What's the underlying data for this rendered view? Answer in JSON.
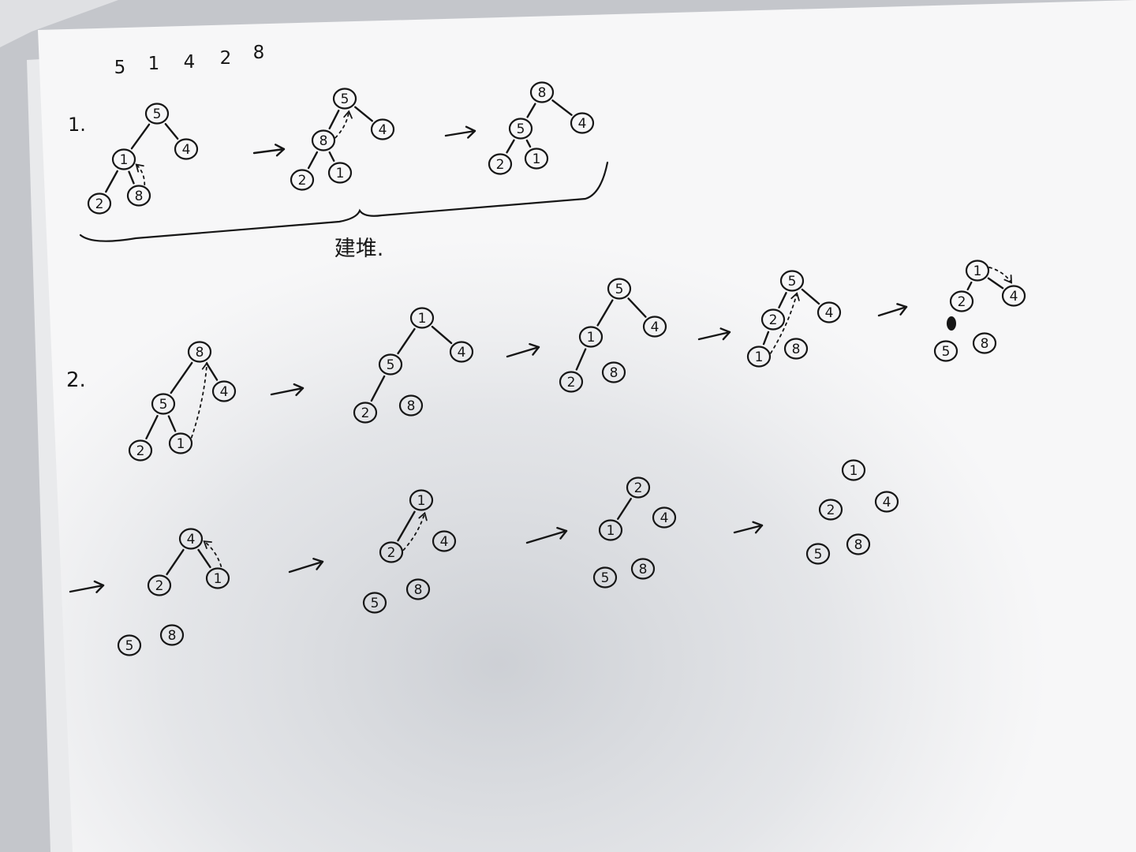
{
  "sequence": [
    "5",
    "1",
    "4",
    "2",
    "8"
  ],
  "step_labels": [
    "1.",
    "2."
  ],
  "brace_label": "建堆.",
  "ink_color": "#161616",
  "paper_color": "#f7f7f8",
  "trees": [
    {
      "nodes": [
        "5",
        "1",
        "4",
        "2",
        "8"
      ],
      "edges": [
        [
          0,
          1
        ],
        [
          0,
          2
        ],
        [
          1,
          3
        ],
        [
          1,
          4
        ]
      ],
      "swaps": [
        [
          4,
          1
        ]
      ]
    },
    {
      "nodes": [
        "5",
        "8",
        "4",
        "2",
        "1"
      ],
      "edges": [
        [
          0,
          1
        ],
        [
          0,
          2
        ],
        [
          1,
          3
        ],
        [
          1,
          4
        ]
      ],
      "swaps": [
        [
          1,
          0
        ]
      ]
    },
    {
      "nodes": [
        "8",
        "5",
        "4",
        "2",
        "1"
      ],
      "edges": [
        [
          0,
          1
        ],
        [
          0,
          2
        ],
        [
          1,
          3
        ],
        [
          1,
          4
        ]
      ],
      "swaps": []
    },
    {
      "nodes": [
        "8",
        "5",
        "4",
        "2",
        "1"
      ],
      "edges": [
        [
          0,
          1
        ],
        [
          0,
          2
        ],
        [
          1,
          3
        ],
        [
          1,
          4
        ]
      ],
      "swaps": [
        [
          4,
          0
        ]
      ]
    },
    {
      "nodes": [
        "1",
        "5",
        "4",
        "2",
        "8"
      ],
      "edges": [
        [
          0,
          1
        ],
        [
          0,
          2
        ],
        [
          1,
          3
        ]
      ],
      "swaps": []
    },
    {
      "nodes": [
        "5",
        "1",
        "4",
        "2",
        "8"
      ],
      "edges": [
        [
          0,
          1
        ],
        [
          0,
          2
        ],
        [
          1,
          3
        ]
      ],
      "swaps": []
    },
    {
      "nodes": [
        "5",
        "2",
        "4",
        "1",
        "8"
      ],
      "edges": [
        [
          0,
          1
        ],
        [
          0,
          2
        ],
        [
          1,
          3
        ]
      ],
      "swaps": [
        [
          3,
          0
        ]
      ]
    },
    {
      "nodes": [
        "1",
        "2",
        "4",
        "5",
        "8"
      ],
      "edges": [
        [
          0,
          1
        ],
        [
          0,
          2
        ]
      ],
      "swaps": [
        [
          0,
          2
        ]
      ]
    },
    {
      "nodes": [
        "4",
        "2",
        "1",
        "5",
        "8"
      ],
      "edges": [
        [
          0,
          1
        ],
        [
          0,
          2
        ]
      ],
      "swaps": [
        [
          2,
          0
        ]
      ]
    },
    {
      "nodes": [
        "1",
        "2",
        "4",
        "5",
        "8"
      ],
      "edges": [
        [
          0,
          1
        ]
      ],
      "swaps": [
        [
          1,
          0
        ]
      ]
    },
    {
      "nodes": [
        "2",
        "1",
        "4",
        "5",
        "8"
      ],
      "edges": [
        [
          0,
          1
        ]
      ],
      "swaps": []
    },
    {
      "nodes": [
        "1",
        "2",
        "4",
        "5",
        "8"
      ],
      "edges": [],
      "swaps": []
    }
  ]
}
